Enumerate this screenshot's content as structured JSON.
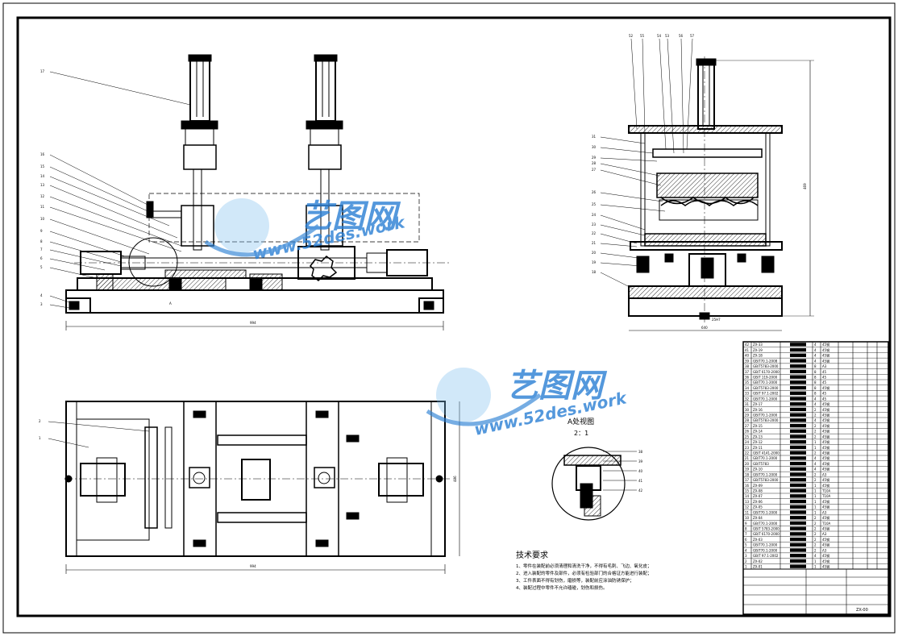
{
  "dimensions": {
    "front_width": "994",
    "top_width": "994",
    "side_height": "469",
    "side_width": "640",
    "top_side": "486",
    "side_bottom": "25H7"
  },
  "side_view_callouts": [
    "52",
    "55",
    "54",
    "53",
    "56",
    "57"
  ],
  "side_view_left_callouts": [
    "31",
    "30",
    "29",
    "28",
    "27",
    "26",
    "25",
    "24",
    "23",
    "22",
    "21",
    "20",
    "19",
    "18"
  ],
  "front_view_callouts": [
    "17",
    "16",
    "15",
    "14",
    "13",
    "12",
    "11",
    "10",
    "9",
    "8",
    "7",
    "6",
    "5",
    "4",
    "3"
  ],
  "front_view_detail_mark": "A",
  "top_view_callouts": [
    "2",
    "1"
  ],
  "detail_view": {
    "title": "A处视图",
    "scale": "2：1",
    "callouts": [
      "38",
      "39",
      "40",
      "41",
      "42"
    ]
  },
  "tech_requirements": {
    "title": "技术要求",
    "items": [
      "1、零件在装配前必须清理和清洗干净，不得有毛刺、飞边、氧化皮；",
      "2、进入装配的零件及部件，必须有检验部门的合格证方能进行装配；",
      "3、工件表面不得有划伤，磨损等，装配前应涂油防锈保护；",
      "4、装配过程中零件不允许磕碰，划伤和损伤。"
    ]
  },
  "watermark": {
    "cn": "艺图网",
    "url": "www.52des.work"
  },
  "parts_list_rows": [
    {
      "no": "42",
      "code": "ZX-33",
      "qty": "4",
      "mat": "45钢"
    },
    {
      "no": "41",
      "code": "ZX-19",
      "qty": "4",
      "mat": "45钢"
    },
    {
      "no": "40",
      "code": "ZX-18",
      "qty": "4",
      "mat": "45钢"
    },
    {
      "no": "39",
      "code": "GB/T70.1-2008",
      "qty": "4",
      "mat": "45钢"
    },
    {
      "no": "38",
      "code": "GB/T5783-2000",
      "qty": "8",
      "mat": "A3"
    },
    {
      "no": "37",
      "code": "GB/T 6170-2000",
      "qty": "8",
      "mat": "45"
    },
    {
      "no": "36",
      "code": "GB/T 119-2000",
      "qty": "8",
      "mat": "45"
    },
    {
      "no": "35",
      "code": "GB/T70.1-2000",
      "qty": "8",
      "mat": "45"
    },
    {
      "no": "34",
      "code": "GB/T5783-2000",
      "qty": "8",
      "mat": "45钢"
    },
    {
      "no": "33",
      "code": "GB/T 97.1-2002",
      "qty": "8",
      "mat": "45"
    },
    {
      "no": "32",
      "code": "GB/T70.1-2000",
      "qty": "4",
      "mat": "45"
    },
    {
      "no": "31",
      "code": "ZX-17",
      "qty": "4",
      "mat": "45钢"
    },
    {
      "no": "30",
      "code": "ZX-16",
      "qty": "2",
      "mat": "45钢"
    },
    {
      "no": "29",
      "code": "GB/T70.1-2000",
      "qty": "2",
      "mat": "45钢"
    },
    {
      "no": "28",
      "code": "GB/T5783-2000",
      "qty": "4",
      "mat": "45钢"
    },
    {
      "no": "27",
      "code": "ZX-15",
      "qty": "2",
      "mat": "45钢"
    },
    {
      "no": "26",
      "code": "ZX-14",
      "qty": "2",
      "mat": "45钢"
    },
    {
      "no": "25",
      "code": "ZX-13",
      "qty": "2",
      "mat": "45钢"
    },
    {
      "no": "24",
      "code": "ZX-12",
      "qty": "1",
      "mat": "45钢"
    },
    {
      "no": "23",
      "code": "ZX-11",
      "qty": "1",
      "mat": "45钢"
    },
    {
      "no": "22",
      "code": "GB/T 4141-2000",
      "qty": "2",
      "mat": "45钢"
    },
    {
      "no": "21",
      "code": "GB/T70.1-2000",
      "qty": "4",
      "mat": "45钢"
    },
    {
      "no": "20",
      "code": "GB/T5783",
      "qty": "4",
      "mat": "45钢"
    },
    {
      "no": "19",
      "code": "ZX-10",
      "qty": "4",
      "mat": "45钢"
    },
    {
      "no": "18",
      "code": "GB/T70.1-2000",
      "qty": "2",
      "mat": "A3"
    },
    {
      "no": "17",
      "code": "GB/T5783-2000",
      "qty": "2",
      "mat": "45钢"
    },
    {
      "no": "16",
      "code": "ZX-09",
      "qty": "1",
      "mat": "45钢"
    },
    {
      "no": "15",
      "code": "ZX-08",
      "qty": "1",
      "mat": "T10A"
    },
    {
      "no": "14",
      "code": "ZX-07",
      "qty": "1",
      "mat": "T10A"
    },
    {
      "no": "13",
      "code": "ZX-06",
      "qty": "1",
      "mat": "45钢"
    },
    {
      "no": "12",
      "code": "ZX-05",
      "qty": "1",
      "mat": "45钢"
    },
    {
      "no": "11",
      "code": "GB/T70.1-2000",
      "qty": "1",
      "mat": "A3"
    },
    {
      "no": "10",
      "code": "ZX-04",
      "qty": "2",
      "mat": "45钢"
    },
    {
      "no": "9",
      "code": "GB/T70.1-2000",
      "qty": "2",
      "mat": "T10A"
    },
    {
      "no": "8",
      "code": "GB/T 5783-2000",
      "qty": "2",
      "mat": "45钢"
    },
    {
      "no": "7",
      "code": "GB/T 6170-2000",
      "qty": "2",
      "mat": "A3"
    },
    {
      "no": "6",
      "code": "ZX-03",
      "qty": "2",
      "mat": "45钢"
    },
    {
      "no": "5",
      "code": "GB/T70.1-2000",
      "qty": "2",
      "mat": "45钢"
    },
    {
      "no": "4",
      "code": "GB/T70.1-2000",
      "qty": "2",
      "mat": "A3"
    },
    {
      "no": "3",
      "code": "GB/T 97.1-2002",
      "qty": "4",
      "mat": "45钢"
    },
    {
      "no": "2",
      "code": "ZX-02",
      "qty": "1",
      "mat": "45钢"
    },
    {
      "no": "1",
      "code": "ZX-01",
      "qty": "1",
      "mat": "45钢"
    }
  ],
  "title_block": {
    "drawing_no": "ZX-00"
  }
}
